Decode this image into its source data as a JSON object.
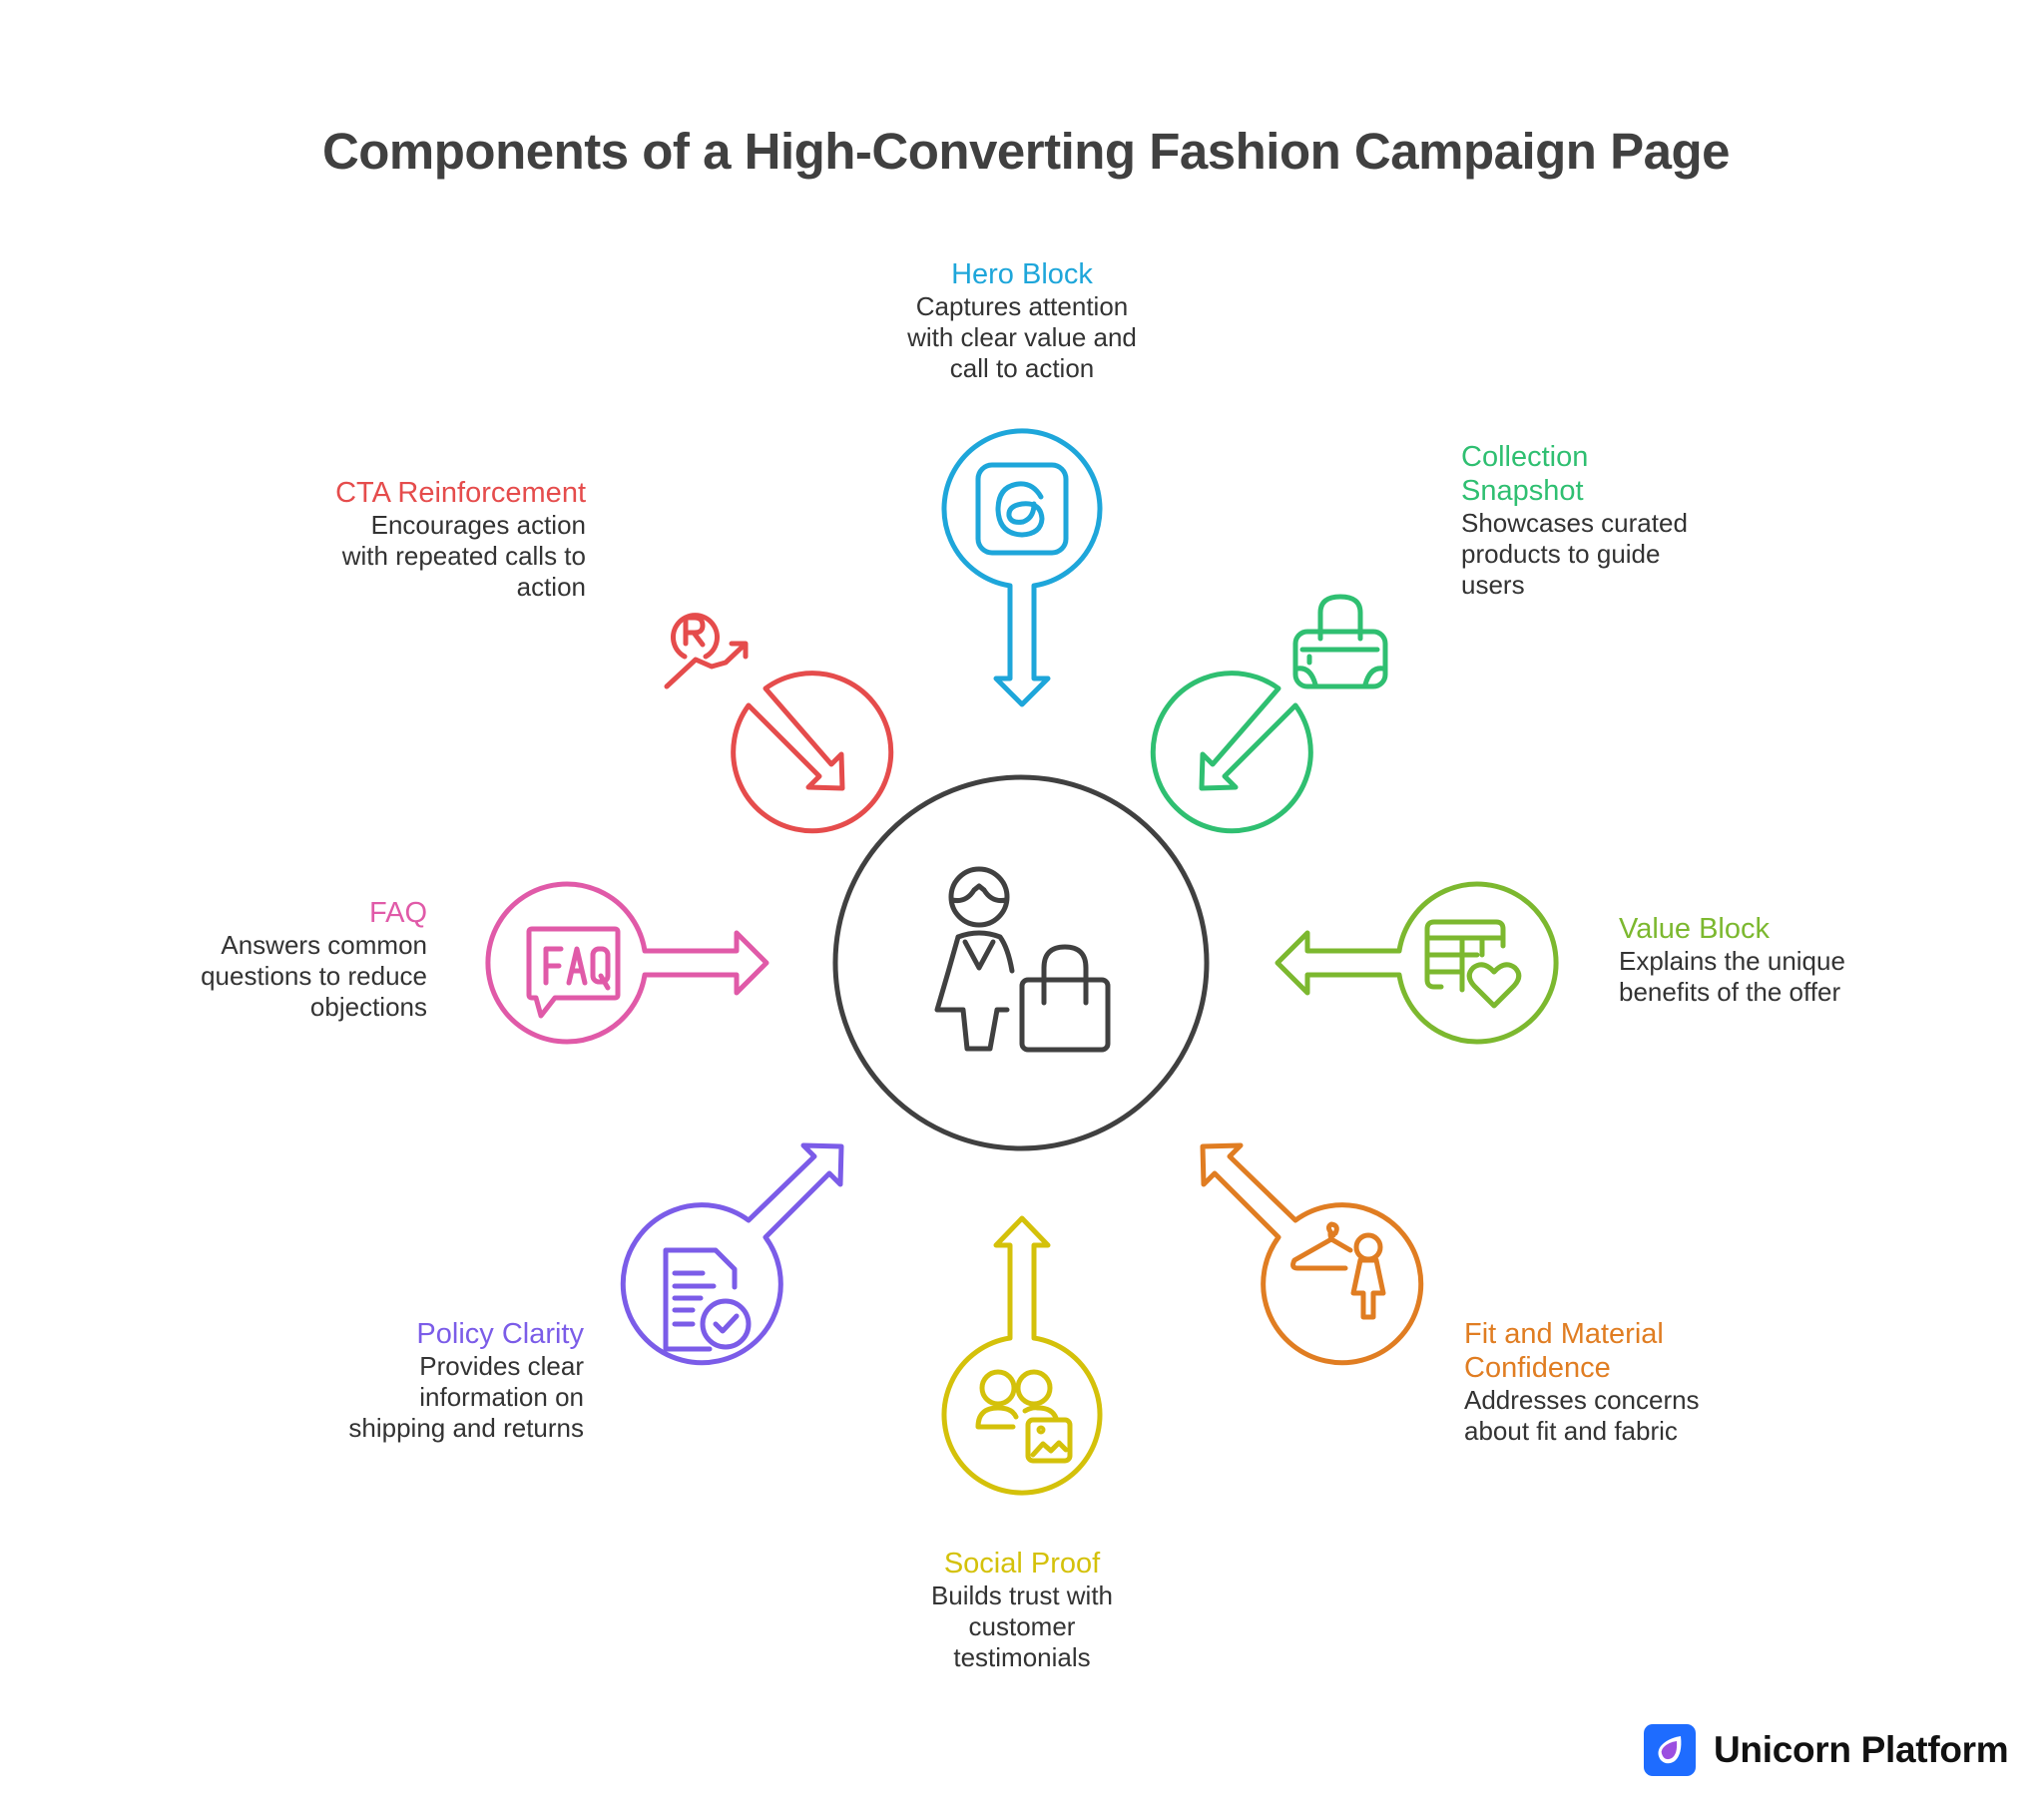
{
  "title": "Components of a High-Converting Fashion Campaign Page",
  "center": {
    "icon": "woman-shopping-bag-icon",
    "color": "#404040"
  },
  "components": [
    {
      "id": "hero",
      "title": "Hero Block",
      "description": "Captures attention\nwith clear value and\ncall to action",
      "color": "#1ea6da",
      "icon": "threads-app-icon"
    },
    {
      "id": "collection",
      "title": "Collection\nSnapshot",
      "description": "Showcases curated\nproducts to guide\nusers",
      "color": "#2fbf71",
      "icon": "handbag-icon"
    },
    {
      "id": "value",
      "title": "Value Block",
      "description": "Explains the unique\nbenefits of the offer",
      "color": "#7cb82f",
      "icon": "table-heart-icon"
    },
    {
      "id": "fit",
      "title": "Fit and Material\nConfidence",
      "description": "Addresses concerns\nabout fit and fabric",
      "color": "#e07d22",
      "icon": "hanger-person-icon"
    },
    {
      "id": "social",
      "title": "Social Proof",
      "description": "Builds trust with\ncustomer\ntestimonials",
      "color": "#d4c10a",
      "icon": "users-image-icon"
    },
    {
      "id": "policy",
      "title": "Policy Clarity",
      "description": "Provides clear\ninformation on\nshipping and returns",
      "color": "#7b5ce8",
      "icon": "document-check-icon"
    },
    {
      "id": "faq",
      "title": "FAQ",
      "description": "Answers common\nquestions to reduce\nobjections",
      "color": "#e05aa8",
      "icon": "faq-bubble-icon"
    },
    {
      "id": "cta",
      "title": "CTA Reinforcement",
      "description": "Encourages action\nwith repeated calls to\naction",
      "color": "#e54c4c",
      "icon": "registered-trend-icon"
    }
  ],
  "branding": {
    "name": "Unicorn Platform",
    "color": "#1e6cff",
    "accent": "#9b4fe0"
  }
}
